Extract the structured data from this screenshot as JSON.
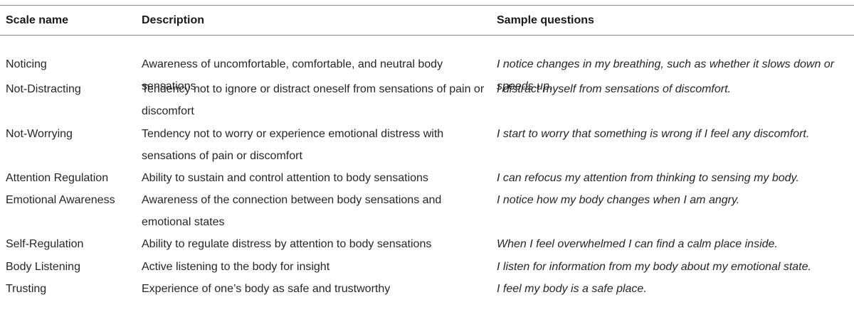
{
  "table": {
    "headers": [
      "Scale name",
      "Description",
      "Sample questions"
    ],
    "rows": [
      {
        "name": "Noticing",
        "description": "Awareness of uncomfortable, comfortable, and neutral body sensations",
        "question": "I notice changes in my breathing, such as whether it slows down or speeds up."
      },
      {
        "name": "Not-Distracting",
        "description": "Tendency not to ignore or distract oneself from sensations of pain or discomfort",
        "question": "I distract myself from sensations of discomfort."
      },
      {
        "name": "Not-Worrying",
        "description": "Tendency not to worry or experience emotional distress with sensations of pain or discomfort",
        "question": "I start to worry that something is wrong if I feel any discomfort."
      },
      {
        "name": "Attention Regulation",
        "description": "Ability to sustain and control attention to body sensations",
        "question": "I can refocus my attention from thinking to sensing my body."
      },
      {
        "name": "Emotional Awareness",
        "description": "Awareness of the connection between body sensations and emotional states",
        "question": "I notice how my body changes when I am angry."
      },
      {
        "name": "Self-Regulation",
        "description": "Ability to regulate distress by attention to body sensations",
        "question": "When I feel overwhelmed I can find a calm place inside."
      },
      {
        "name": "Body Listening",
        "description": "Active listening to the body for insight",
        "question": "I listen for information from my body about my emotional state."
      },
      {
        "name": "Trusting",
        "description": "Experience of one’s body as safe and trustworthy",
        "question": "I feel my body is a safe place."
      }
    ]
  }
}
